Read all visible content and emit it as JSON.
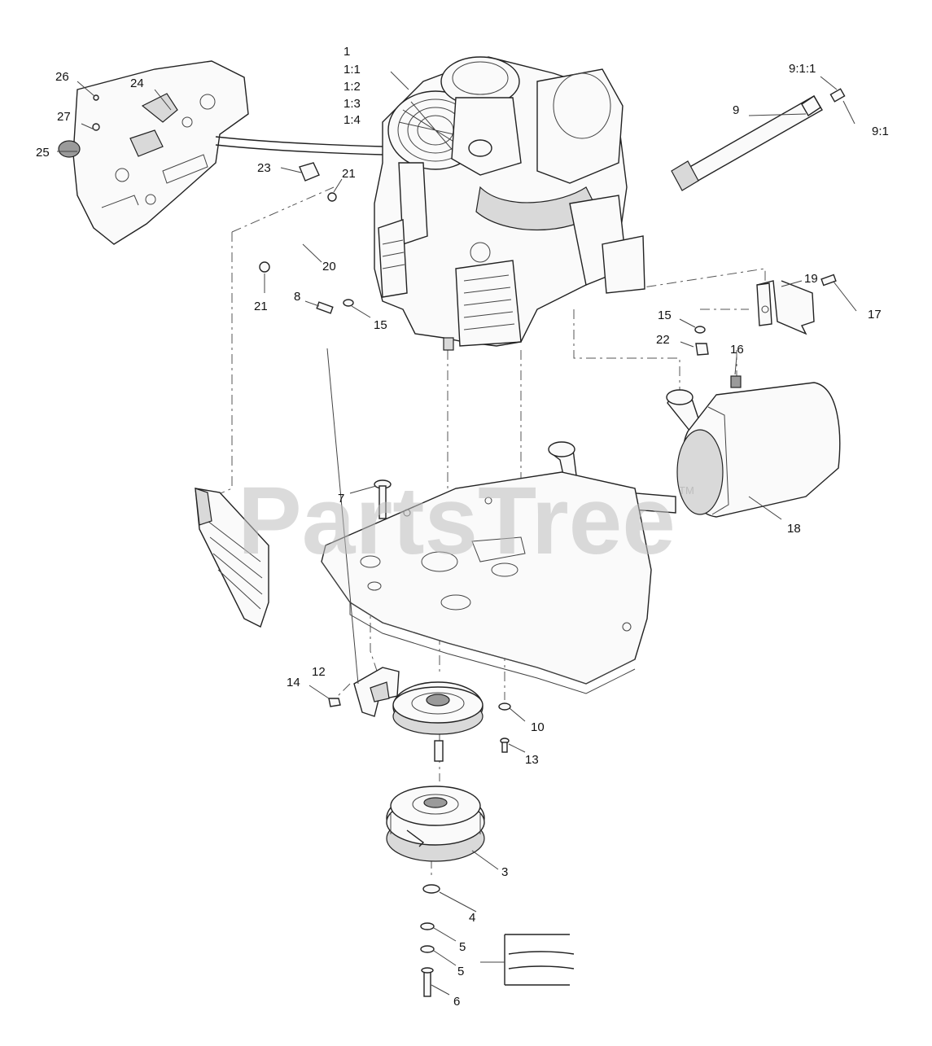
{
  "watermark": {
    "text": "PartsTree",
    "trademark": "TM"
  },
  "engine_callouts": [
    "1",
    "1:1",
    "1:2",
    "1:3",
    "1:4"
  ],
  "callouts": [
    {
      "id": "c26",
      "text": "26"
    },
    {
      "id": "c24",
      "text": "24"
    },
    {
      "id": "c27",
      "text": "27"
    },
    {
      "id": "c25",
      "text": "25"
    },
    {
      "id": "c23",
      "text": "23"
    },
    {
      "id": "c21a",
      "text": "21"
    },
    {
      "id": "c20",
      "text": "20"
    },
    {
      "id": "c21b",
      "text": "21"
    },
    {
      "id": "c8",
      "text": "8"
    },
    {
      "id": "c15a",
      "text": "15"
    },
    {
      "id": "c9_1_1",
      "text": "9:1:1"
    },
    {
      "id": "c9",
      "text": "9"
    },
    {
      "id": "c9_1",
      "text": "9:1"
    },
    {
      "id": "c19",
      "text": "19"
    },
    {
      "id": "c15b",
      "text": "15"
    },
    {
      "id": "c17",
      "text": "17"
    },
    {
      "id": "c22",
      "text": "22"
    },
    {
      "id": "c16",
      "text": "16"
    },
    {
      "id": "c7",
      "text": "7"
    },
    {
      "id": "c18",
      "text": "18"
    },
    {
      "id": "c12",
      "text": "12"
    },
    {
      "id": "c14",
      "text": "14"
    },
    {
      "id": "c10",
      "text": "10"
    },
    {
      "id": "c13",
      "text": "13"
    },
    {
      "id": "c3",
      "text": "3"
    },
    {
      "id": "c4",
      "text": "4"
    },
    {
      "id": "c5a",
      "text": "5"
    },
    {
      "id": "c5b",
      "text": "5"
    },
    {
      "id": "c6",
      "text": "6"
    }
  ]
}
